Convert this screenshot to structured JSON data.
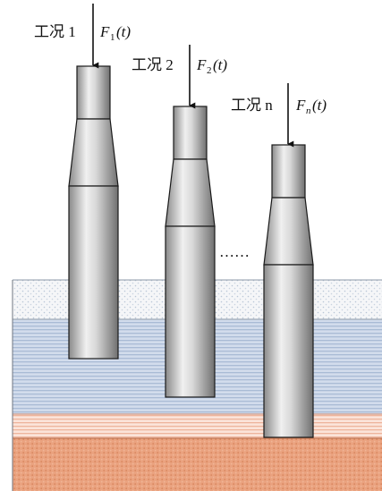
{
  "load_cases": [
    {
      "name": "工况 1",
      "force": "F",
      "subscript": "1",
      "arg": "(t)"
    },
    {
      "name": "工况 2",
      "force": "F",
      "subscript": "2",
      "arg": "(t)"
    },
    {
      "name": "工况 n",
      "force": "F",
      "subscript": "n",
      "arg": "(t)"
    }
  ],
  "ellipsis": "……",
  "colors": {
    "layer_top": "#f5f6f8",
    "layer_top_dots": "#b9c6d6",
    "layer_blue": "#c7d3e6",
    "layer_blue_lines": "#9aaecb",
    "layer_thin": "#f7d6c8",
    "layer_thin_lines": "#e6a88f",
    "layer_bottom": "#e9a07e",
    "layer_bottom_dots": "#d88662",
    "pile_dark": "#7a7a7a",
    "pile_light": "#f2f2f2",
    "outline": "#1a1a1a"
  }
}
